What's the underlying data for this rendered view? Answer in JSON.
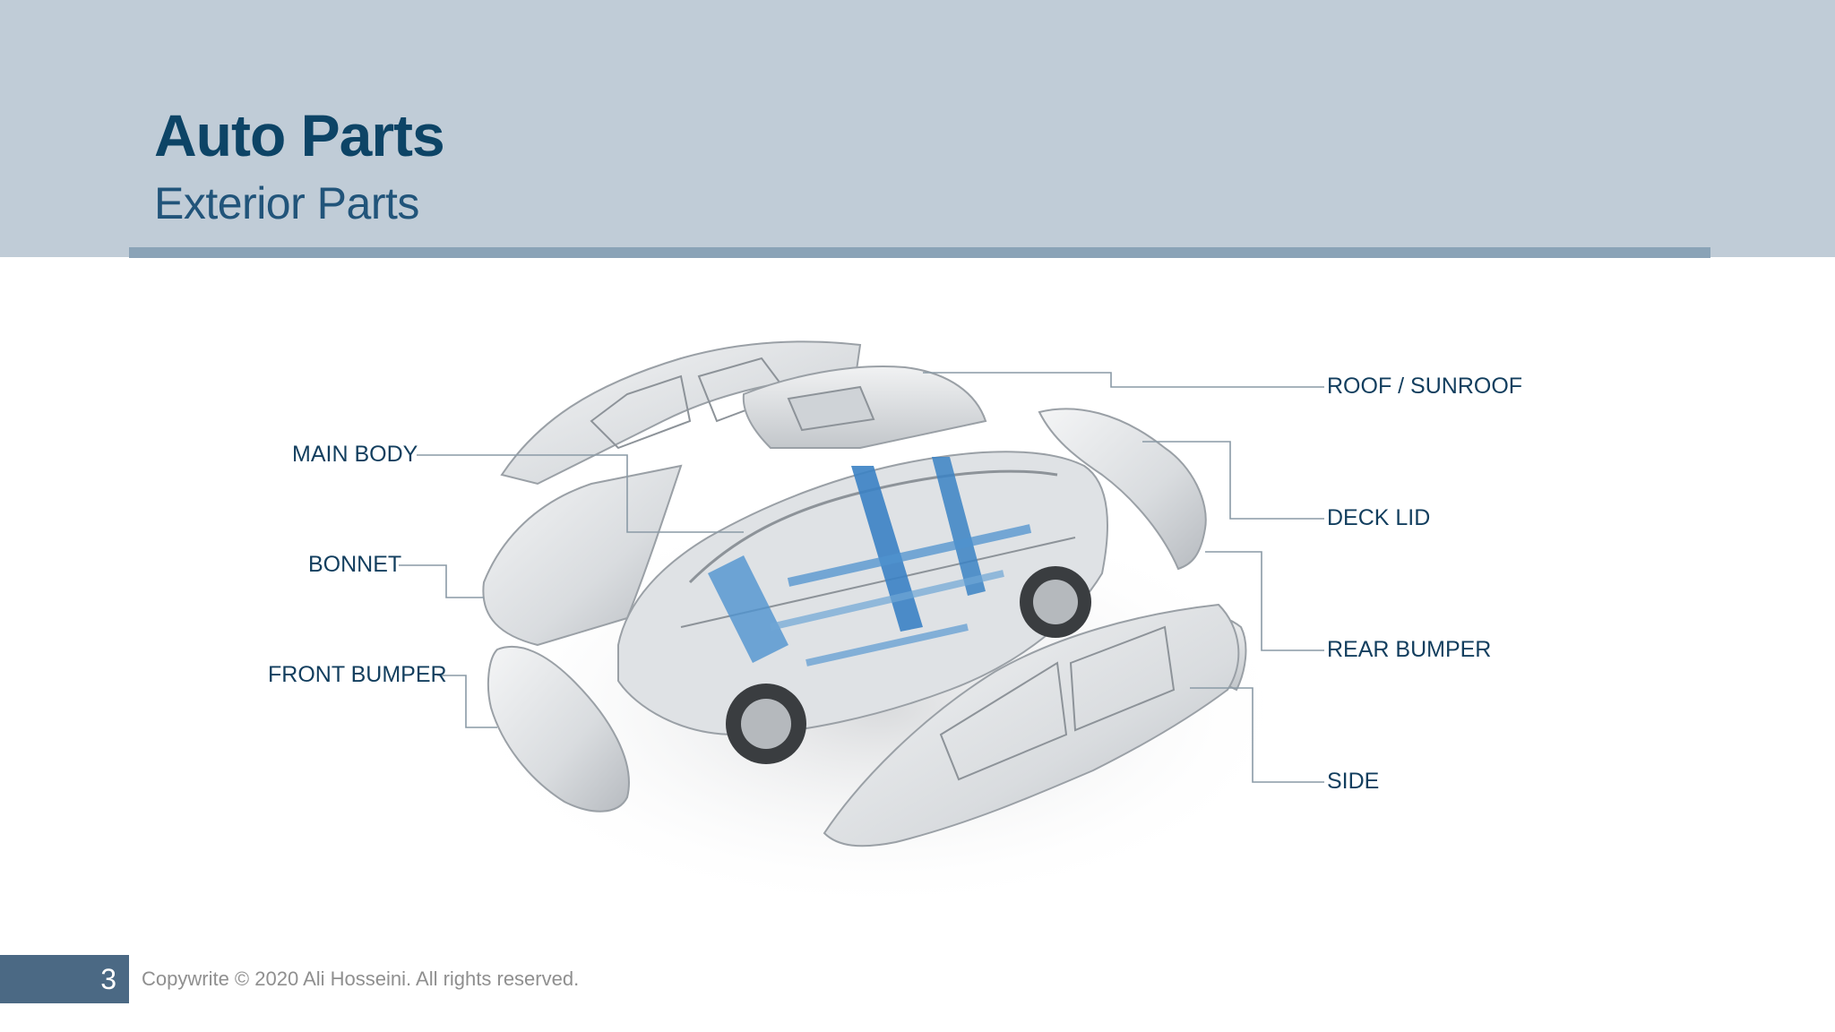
{
  "header": {
    "title": "Auto Parts",
    "subtitle": "Exterior Parts"
  },
  "labels": {
    "main_body": "MAIN BODY",
    "bonnet": "BONNET",
    "front_bumper": "FRONT BUMPER",
    "roof": "ROOF / SUNROOF",
    "deck_lid": "DECK LID",
    "rear_bumper": "REAR BUMPER",
    "side": "SIDE"
  },
  "footer": {
    "page_number": "3",
    "copyright": "Copywrite © 2020 Ali Hosseini. All rights reserved."
  },
  "colors": {
    "header_background": "#c0ccd7",
    "header_rule": "#8aa3b7",
    "title": "#0d4466",
    "frame_accent": "#3b82c4",
    "page_box": "#4b6984"
  }
}
